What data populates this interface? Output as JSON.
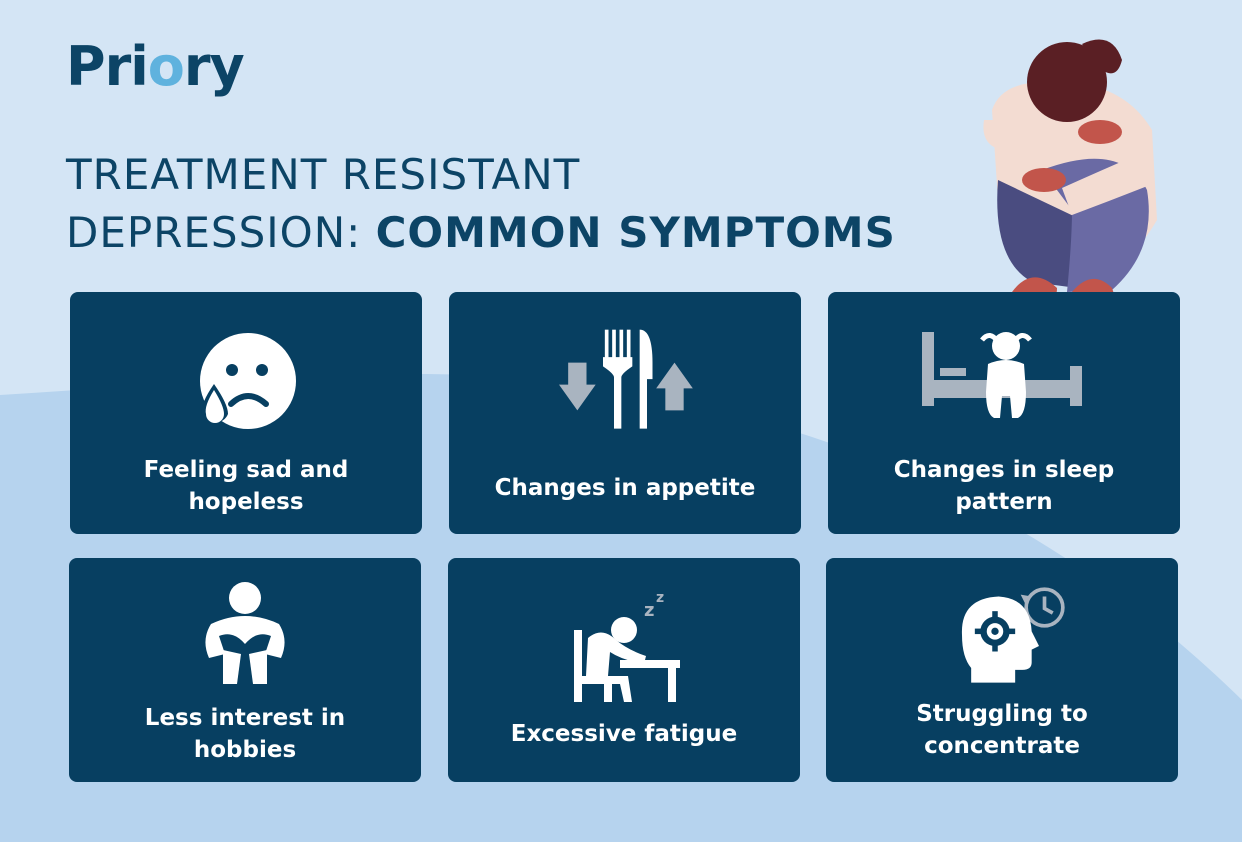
{
  "brand": {
    "prefix": "Pri",
    "accent": "o",
    "suffix": "ry"
  },
  "title": {
    "line1": "TREATMENT RESISTANT",
    "line2_regular": "DEPRESSION: ",
    "line2_bold": "COMMON SYMPTOMS"
  },
  "colors": {
    "background": "#d4e5f5",
    "wave": "#b6d3ee",
    "card": "#073f61",
    "brand_dark": "#0c4466",
    "brand_accent": "#5fb2de",
    "icon_grey": "#a9b4c0"
  },
  "symptoms": [
    {
      "icon": "crying-face-icon",
      "label_line1": "Feeling sad and",
      "label_line2": "hopeless"
    },
    {
      "icon": "fork-knife-arrows-icon",
      "label_line1": "Changes in appetite"
    },
    {
      "icon": "person-on-bed-icon",
      "label_line1": "Changes in sleep",
      "label_line2": "pattern"
    },
    {
      "icon": "hunched-person-icon",
      "label_line1": "Less interest in",
      "label_line2": "hobbies"
    },
    {
      "icon": "sleeping-at-desk-icon",
      "label_line1": "Excessive fatigue"
    },
    {
      "icon": "head-gear-clock-icon",
      "label_line1": "Struggling to",
      "label_line2": "concentrate"
    }
  ]
}
